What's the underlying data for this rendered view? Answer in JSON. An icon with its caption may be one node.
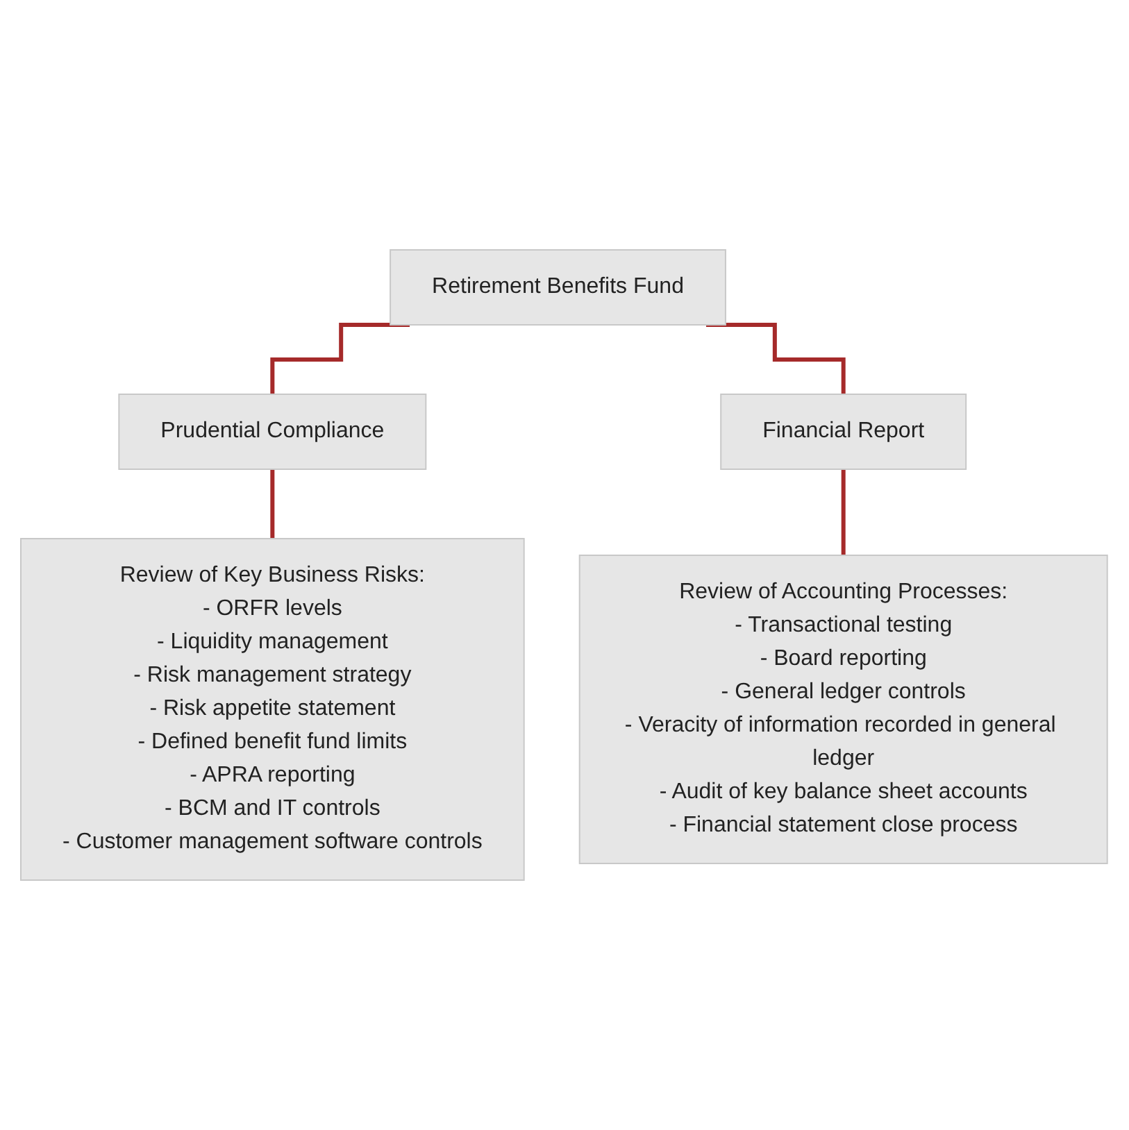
{
  "diagram": {
    "nodes": [
      {
        "text": [
          "Retirement Benefits Fund"
        ]
      },
      {
        "text": [
          "Prudential Compliance"
        ]
      },
      {
        "text": [
          "Financial Report"
        ]
      },
      {
        "text": [
          "Review of Key Business Risks:",
          "- ORFR levels",
          "- Liquidity management",
          "- Risk management strategy",
          "- Risk appetite statement",
          "- Defined benefit fund limits",
          "- APRA reporting",
          "- BCM and IT controls",
          "- Customer management software controls"
        ]
      },
      {
        "text": [
          "Review of Accounting Processes:",
          "- Transactional testing",
          "- Board reporting",
          "- General ledger controls",
          "- Veracity of information recorded in general ledger",
          "- Audit of key balance sheet accounts",
          "- Financial statement close process"
        ]
      }
    ],
    "edges": [
      {
        "from": 0,
        "to": 1,
        "arrow": "none"
      },
      {
        "from": 0,
        "to": 2,
        "arrow": "none"
      },
      {
        "from": 1,
        "to": 3,
        "arrow": "none"
      },
      {
        "from": 2,
        "to": 4,
        "arrow": "none"
      }
    ]
  }
}
